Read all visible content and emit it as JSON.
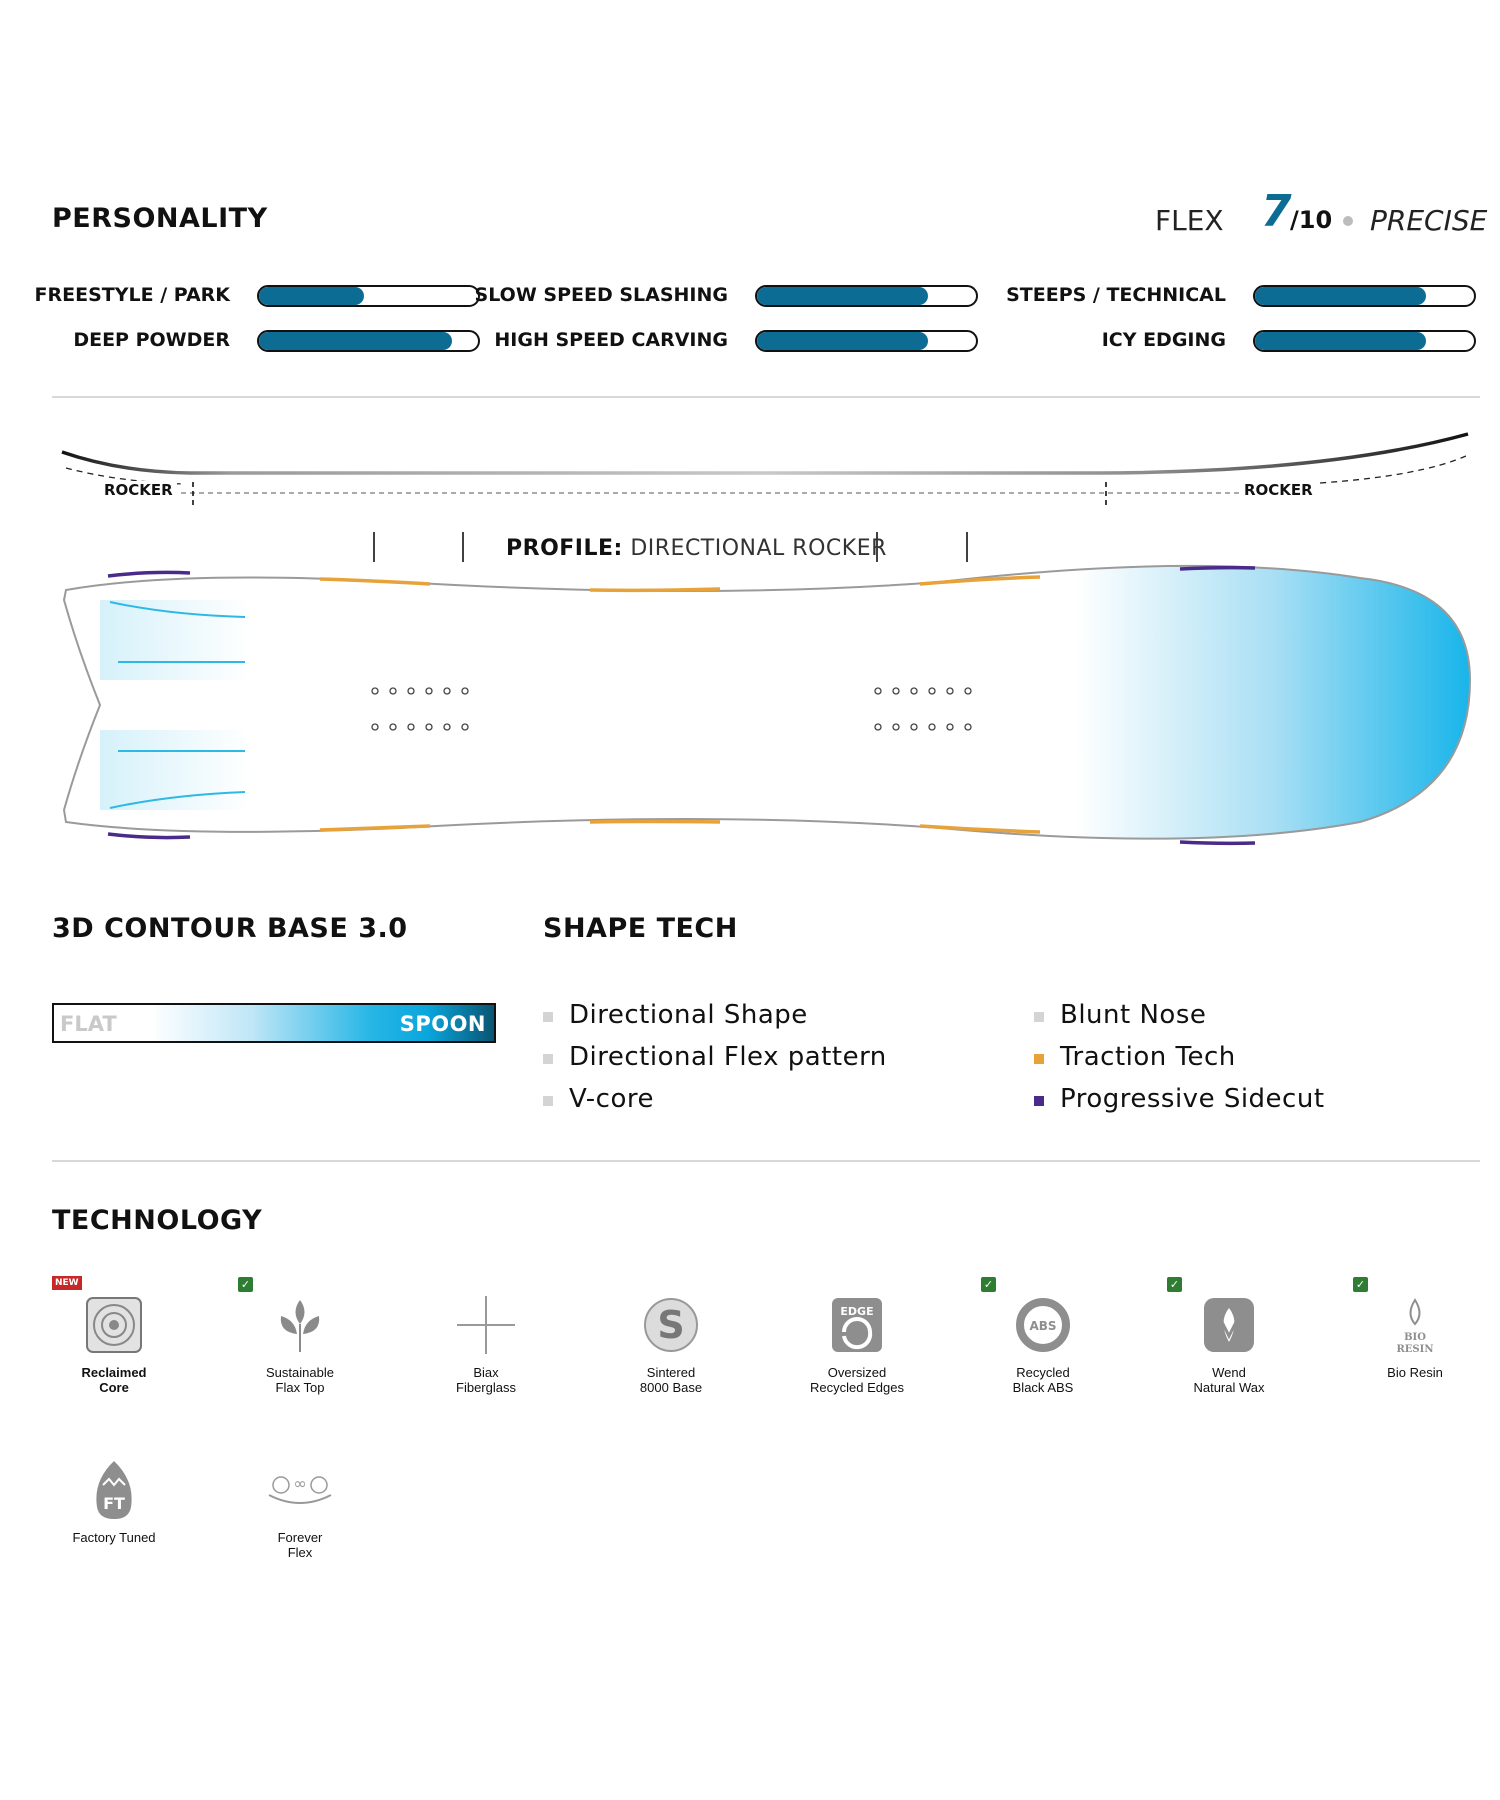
{
  "personality": {
    "title": "PERSONALITY",
    "flex": {
      "label": "FLEX",
      "value": "7",
      "scale": "/10",
      "word": "PRECISE"
    },
    "attributes": [
      {
        "label": "FREESTYLE / PARK",
        "level": 0.48
      },
      {
        "label": "DEEP POWDER",
        "level": 0.88
      },
      {
        "label": "SLOW SPEED SLASHING",
        "level": 0.78
      },
      {
        "label": "HIGH SPEED CARVING",
        "level": 0.78
      },
      {
        "label": "STEEPS / TECHNICAL",
        "level": 0.78
      },
      {
        "label": "ICY EDGING",
        "level": 0.78
      }
    ]
  },
  "profile": {
    "rocker_left": "ROCKER",
    "rocker_right": "ROCKER",
    "label_bold": "PROFILE:",
    "label_value": "DIRECTIONAL ROCKER"
  },
  "contour": {
    "title": "3D CONTOUR BASE 3.0",
    "flat": "FLAT",
    "spoon": "SPOON"
  },
  "shape_tech": {
    "title": "SHAPE TECH",
    "items": [
      {
        "label": "Directional Shape",
        "color": "#d4d4d4"
      },
      {
        "label": "Directional Flex pattern",
        "color": "#d4d4d4"
      },
      {
        "label": "V-core",
        "color": "#d4d4d4"
      },
      {
        "label": "Blunt Nose",
        "color": "#d4d4d4"
      },
      {
        "label": "Traction Tech",
        "color": "#e8a23a"
      },
      {
        "label": "Progressive Sidecut",
        "color": "#4a2a8a"
      }
    ]
  },
  "technology": {
    "title": "TECHNOLOGY",
    "new_badge": "NEW",
    "items": [
      {
        "label1": "Reclaimed",
        "label2": "Core",
        "icon": "reclaimed-core-icon",
        "eco": false,
        "is_new": true
      },
      {
        "label1": "Sustainable",
        "label2": "Flax Top",
        "icon": "flax-top-icon",
        "eco": true,
        "is_new": false
      },
      {
        "label1": "Biax",
        "label2": "Fiberglass",
        "icon": "biax-fiberglass-icon",
        "eco": false,
        "is_new": false
      },
      {
        "label1": "Sintered",
        "label2": "8000 Base",
        "icon": "sintered-base-icon",
        "eco": false,
        "is_new": false,
        "glyph": "S"
      },
      {
        "label1": "Oversized",
        "label2": "Recycled Edges",
        "icon": "recycled-edges-icon",
        "eco": false,
        "is_new": false,
        "glyph": "EDGE"
      },
      {
        "label1": "Recycled",
        "label2": "Black ABS",
        "icon": "recycled-abs-icon",
        "eco": true,
        "is_new": false,
        "glyph": "ABS"
      },
      {
        "label1": "Wend",
        "label2": "Natural Wax",
        "icon": "natural-wax-icon",
        "eco": true,
        "is_new": false
      },
      {
        "label1": "Bio Resin",
        "label2": "",
        "icon": "bio-resin-icon",
        "eco": true,
        "is_new": false,
        "glyph": "BIO RESIN"
      },
      {
        "label1": "Factory Tuned",
        "label2": "",
        "icon": "factory-tuned-icon",
        "eco": false,
        "is_new": false,
        "glyph": "FT"
      },
      {
        "label1": "Forever",
        "label2": "Flex",
        "icon": "forever-flex-icon",
        "eco": false,
        "is_new": false
      }
    ]
  }
}
